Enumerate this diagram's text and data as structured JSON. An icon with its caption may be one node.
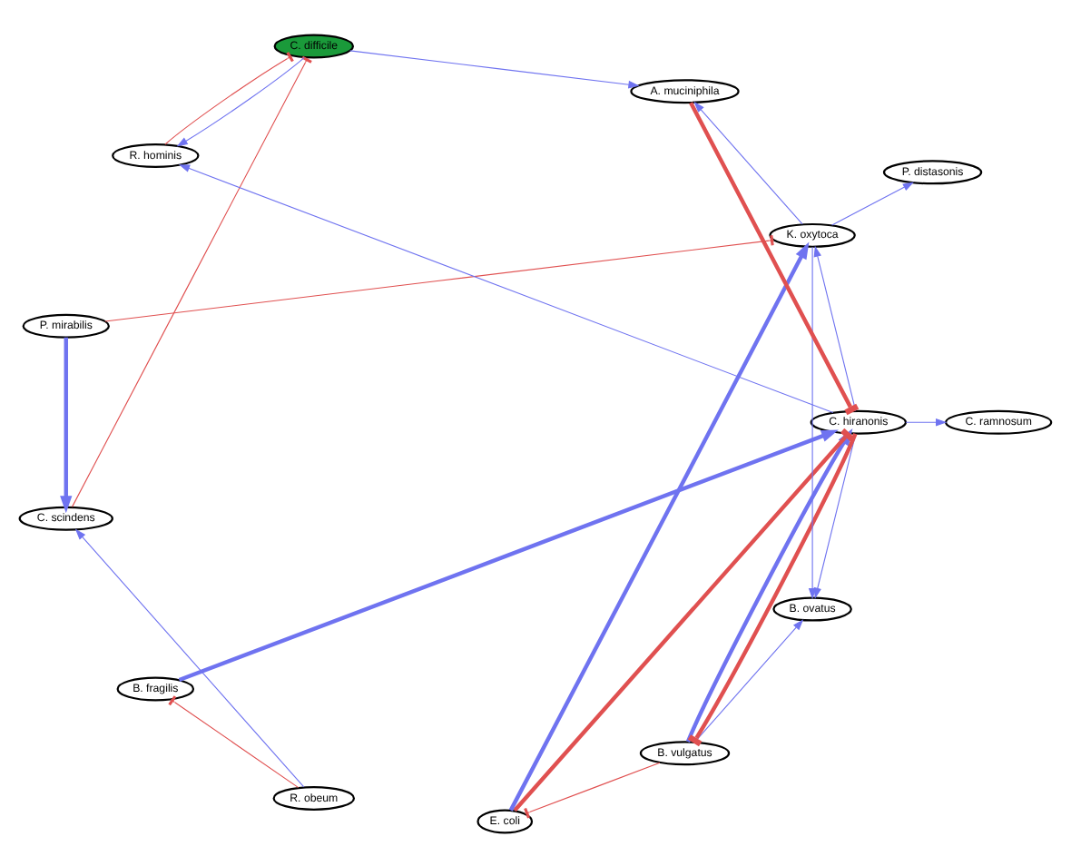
{
  "diagram": {
    "nodes": [
      {
        "text": [
          "C. scindens"
        ]
      },
      {
        "text": [
          "P. mirabilis"
        ]
      },
      {
        "text": [
          "R. obeum"
        ]
      },
      {
        "text": [
          "B. ovatus"
        ]
      },
      {
        "text": [
          "B. vulgatus"
        ]
      },
      {
        "text": [
          "E. coli"
        ]
      },
      {
        "text": [
          "C. hiranonis"
        ]
      },
      {
        "text": [
          "R. hominis"
        ]
      },
      {
        "text": [
          "C. ramnosum"
        ]
      },
      {
        "text": [
          "P. distasonis"
        ]
      },
      {
        "text": [
          "K. oxytoca"
        ]
      },
      {
        "text": [
          "A. muciniphila"
        ]
      },
      {
        "text": [
          "B. fragilis"
        ]
      },
      {
        "text": [
          "C. difficile"
        ]
      }
    ],
    "edges": [
      {
        "from": 1,
        "to": 0,
        "arrow": "to",
        "style": "thick"
      },
      {
        "from": 2,
        "to": 0,
        "arrow": "to"
      },
      {
        "from": 1,
        "to": 10,
        "arrow": "other",
        "color": "#e05050"
      },
      {
        "from": 0,
        "to": 13,
        "arrow": "other",
        "color": "#e05050"
      },
      {
        "from": 2,
        "to": 12,
        "arrow": "other",
        "color": "#e05050"
      },
      {
        "from": 4,
        "to": 5,
        "arrow": "other",
        "color": "#e05050"
      },
      {
        "from": 4,
        "to": 3,
        "arrow": "to"
      },
      {
        "from": 5,
        "to": 6,
        "arrow": "other",
        "style": "thick",
        "color": "#e05050"
      },
      {
        "from": 5,
        "to": 10,
        "arrow": "to",
        "style": "thick"
      },
      {
        "from": 6,
        "to": 3,
        "arrow": "to"
      },
      {
        "from": 4,
        "to": 6,
        "arrow": "to",
        "style": "thick"
      },
      {
        "from": 6,
        "to": 4,
        "arrow": "other",
        "style": "thick",
        "color": "#e05050"
      },
      {
        "from": 6,
        "to": 7,
        "arrow": "to"
      },
      {
        "from": 6,
        "to": 8,
        "arrow": "to"
      },
      {
        "from": 6,
        "to": 10,
        "arrow": "to"
      },
      {
        "from": 10,
        "to": 3,
        "arrow": "to"
      },
      {
        "from": 10,
        "to": 9,
        "arrow": "to"
      },
      {
        "from": 10,
        "to": 11,
        "arrow": "to"
      },
      {
        "from": 12,
        "to": 6,
        "arrow": "to",
        "style": "thick"
      },
      {
        "from": 11,
        "to": 6,
        "arrow": "other",
        "style": "thick",
        "color": "#e05050"
      },
      {
        "from": 7,
        "to": 13,
        "arrow": "other",
        "color": "#e05050"
      },
      {
        "from": 13,
        "to": 7,
        "arrow": "to"
      },
      {
        "from": 13,
        "to": 11,
        "arrow": "to"
      }
    ]
  }
}
